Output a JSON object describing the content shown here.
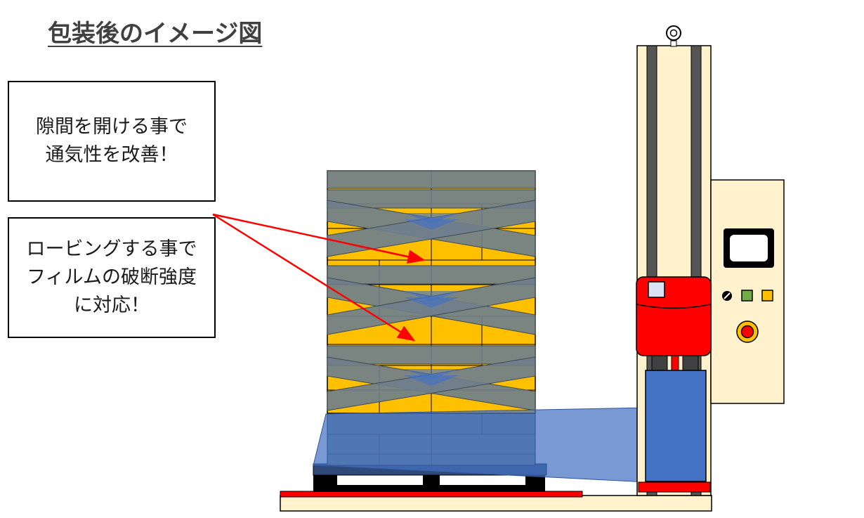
{
  "title": "包装後のイメージ図",
  "callouts": [
    {
      "lines": [
        "隙間を開ける事で",
        "通気性を改善！"
      ]
    },
    {
      "lines": [
        "ロービングする事で",
        "フィルムの破断強度",
        "に対応！"
      ]
    }
  ],
  "colors": {
    "box_fill": "#ffc000",
    "band_fill": "#6f7f8c",
    "film_fill": "#4472c4",
    "machine_body": "#fff2cc",
    "carriage_red": "#ff0000",
    "roll_blue": "#4472c4",
    "arrow_red": "#ff0000",
    "pallet_base": "#000000",
    "column_rail": "#555555"
  },
  "icons": {
    "lifting_eye": "lifting-eye-icon",
    "screen": "control-screen-icon",
    "emergency_stop": "emergency-stop-icon"
  }
}
